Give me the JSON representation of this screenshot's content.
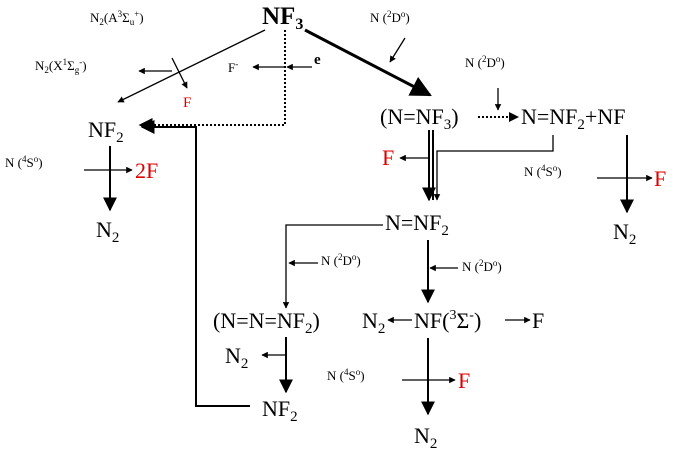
{
  "species": {
    "nf3": {
      "main": "NF",
      "sub": "3"
    },
    "nf2_left": {
      "main": "NF",
      "sub": "2"
    },
    "n2_left": {
      "main": "N",
      "sub": "2"
    },
    "f_neg": {
      "main": "F",
      "sup": "-"
    },
    "f_red_top": "F",
    "two_f": "2F",
    "e": "e",
    "n_nf3": {
      "a": "(N=NF",
      "sub": "3",
      "b": ")"
    },
    "n_nf2_nf_a": "N=NF",
    "n_nf2_nf_sub": "2",
    "n_nf2_nf_b": "+NF",
    "f_red_mid": "F",
    "n_nf2_mid": {
      "main": "N=NF",
      "sub": "2"
    },
    "f_red_right": "F",
    "n2_right": {
      "main": "N",
      "sub": "2"
    },
    "nnnf2": {
      "a": "(N=N=NF",
      "sub": "2",
      "b": ")"
    },
    "n2_arrow_nf": {
      "main": "N",
      "sub": "2"
    },
    "nf_state": {
      "a": "NF(",
      "sup1": "3",
      "mid": "Σ",
      "sup2": "-",
      "b": ")"
    },
    "f_right": "F",
    "n2_small": {
      "main": "N",
      "sub": "2"
    },
    "nf2_bottom": {
      "main": "NF",
      "sub": "2"
    },
    "f_red_bottom": "F",
    "n2_bottom": {
      "main": "N",
      "sub": "2"
    }
  },
  "reactant_labels": {
    "n2_a": {
      "a": "N",
      "sub1": "2",
      "b": "(A",
      "sup1": "3",
      "c": "Σ",
      "sub2": "u",
      "sup2": "+",
      "d": ")"
    },
    "n2_x": {
      "a": "N",
      "sub1": "2",
      "b": "(X",
      "sup1": "1",
      "c": "Σ",
      "sub2": "g",
      "sup2": "-",
      "d": ")"
    },
    "n2d_1": {
      "a": "N (",
      "sup": "2",
      "b": "D",
      "sup2": "o",
      "c": ")"
    },
    "n2d_2": {
      "a": "N (",
      "sup": "2",
      "b": "D",
      "sup2": "o",
      "c": ")"
    },
    "n4s_left": {
      "a": "N (",
      "sup": "4",
      "b": "S",
      "sup2": "o",
      "c": ")"
    },
    "n4s_right": {
      "a": "N (",
      "sup": "4",
      "b": "S",
      "sup2": "o",
      "c": ")"
    },
    "n2d_3": {
      "a": "N (",
      "sup": "2",
      "b": "D",
      "sup2": "o",
      "c": ")"
    },
    "n2d_4": {
      "a": "N (",
      "sup": "2",
      "b": "D",
      "sup2": "o",
      "c": ")"
    },
    "n4s_bottom": {
      "a": "N (",
      "sup": "4",
      "b": "S",
      "sup2": "o",
      "c": ")"
    }
  },
  "colors": {
    "line": "#000000",
    "highlight": "#e00000"
  }
}
